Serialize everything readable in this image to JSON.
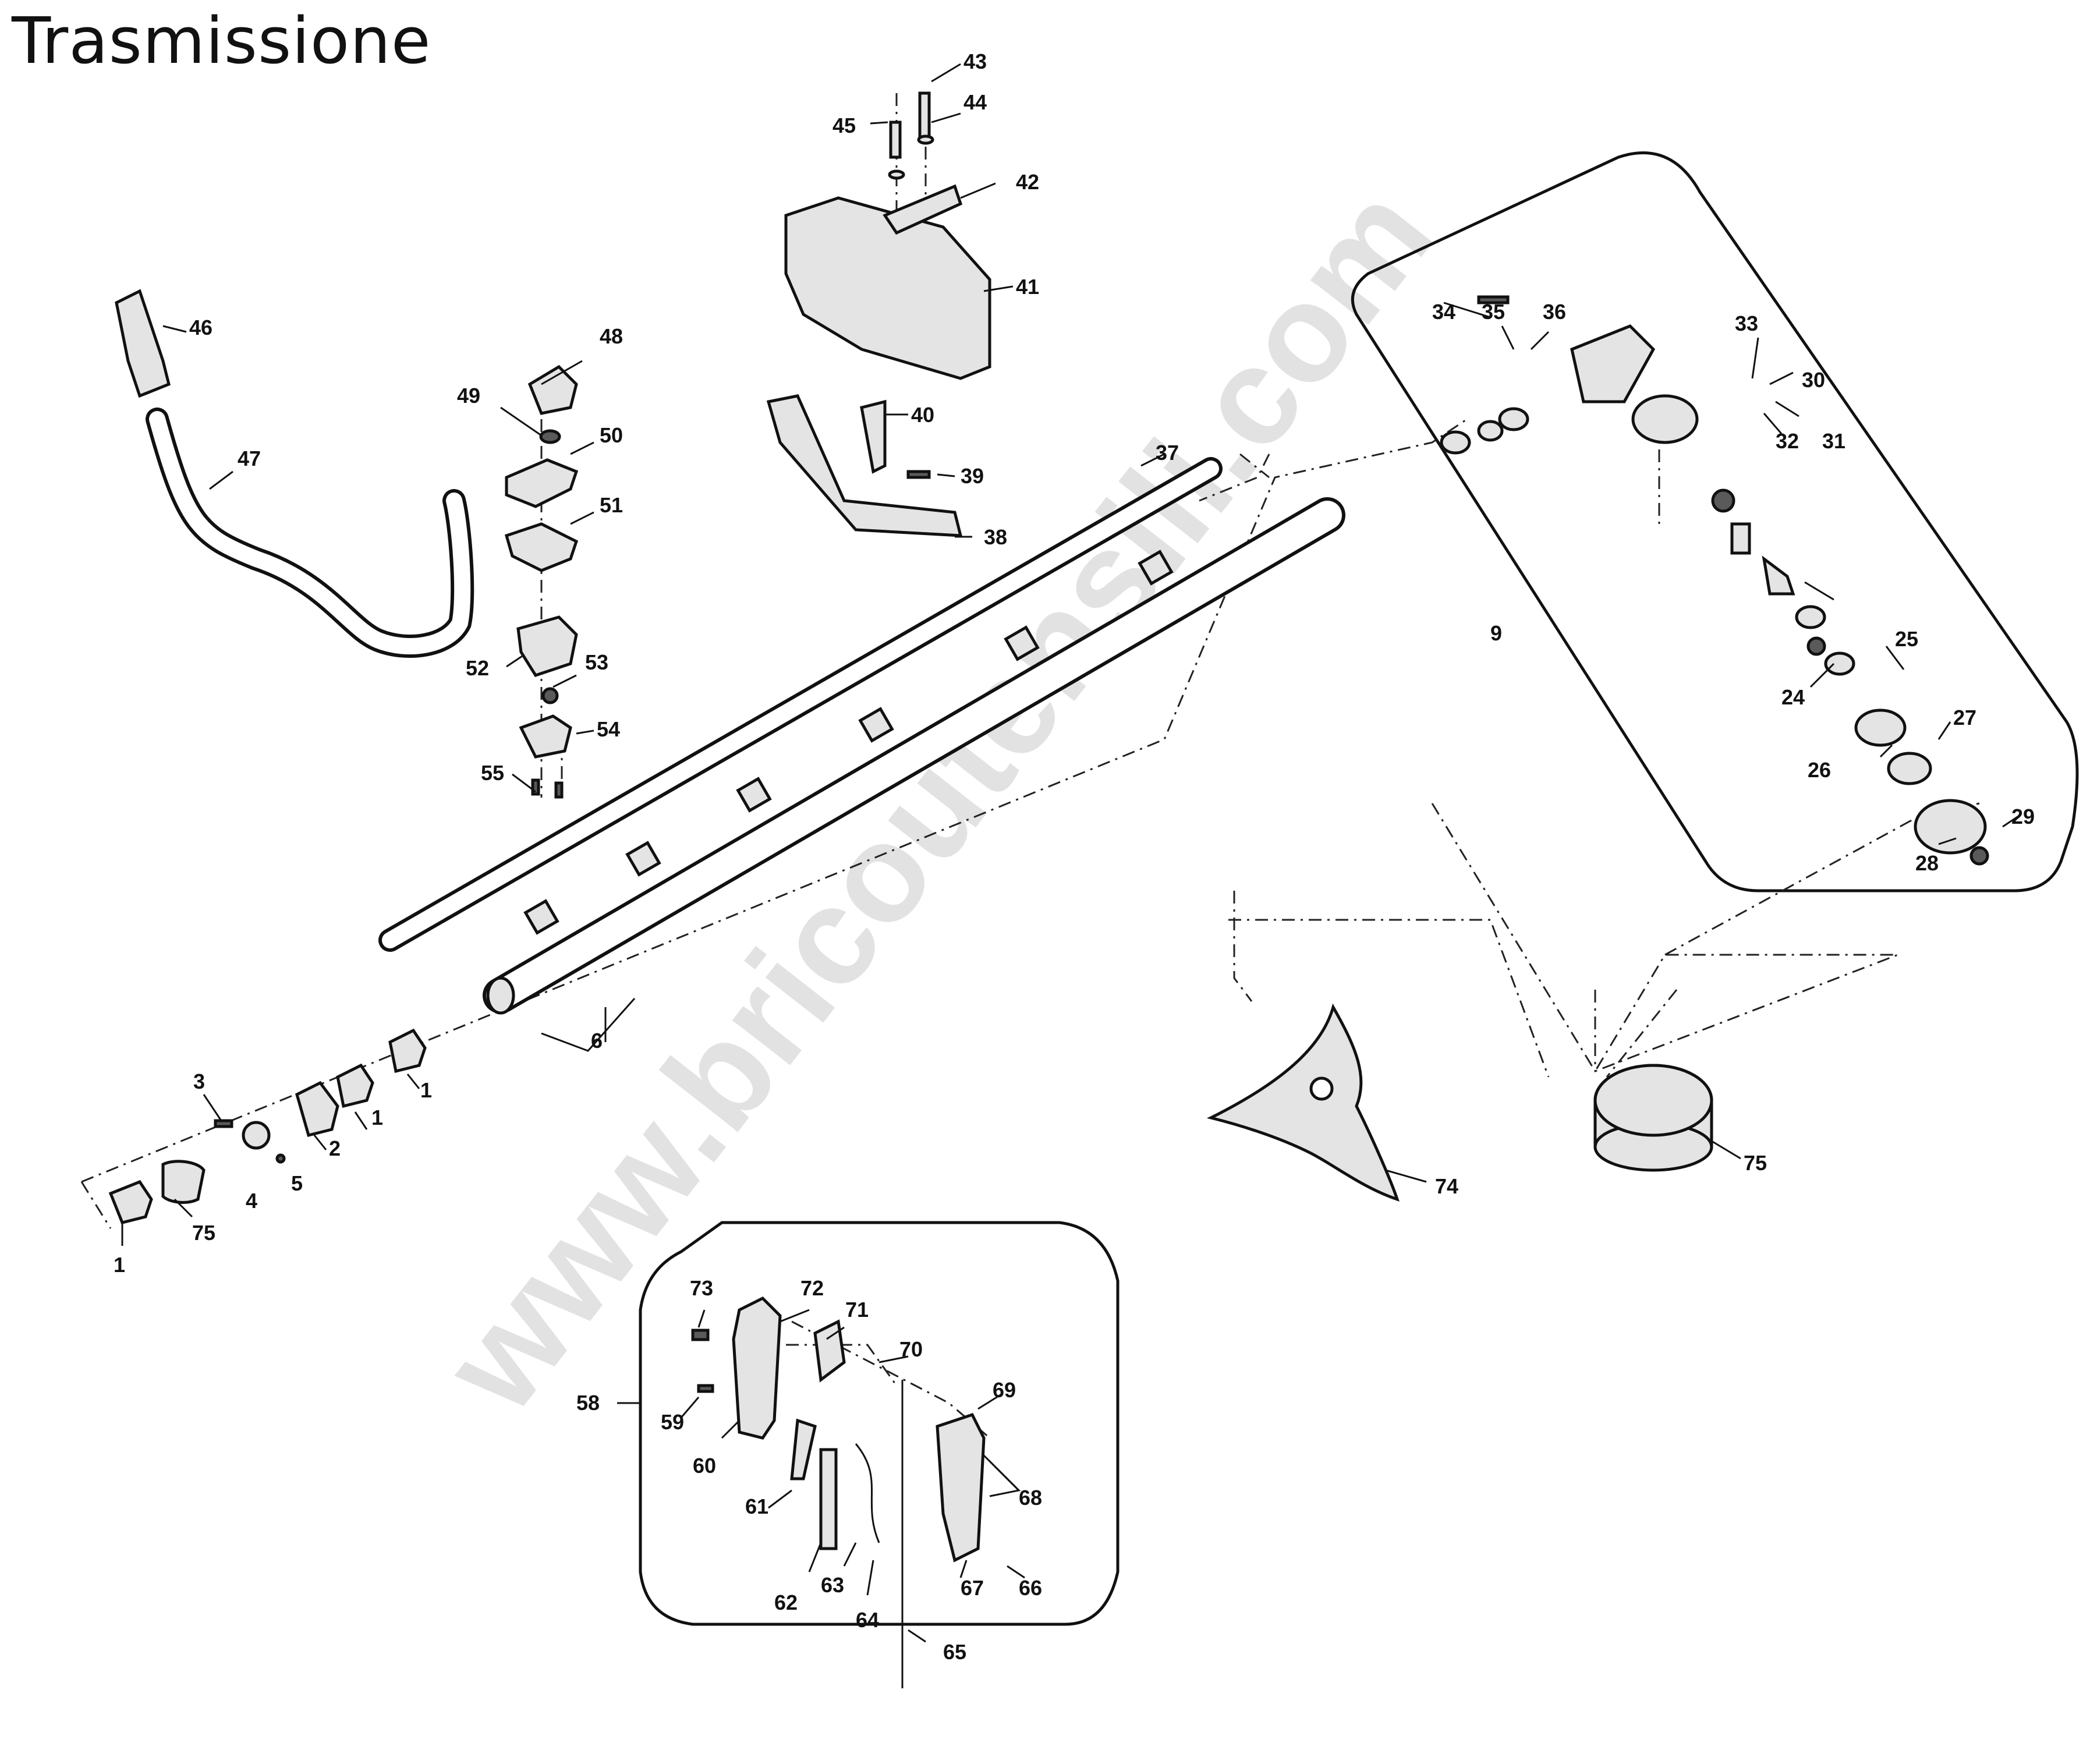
{
  "title": "Trasmissione",
  "watermark": "www.bricoutensili.com",
  "callouts": [
    {
      "id": "c1a",
      "text": "1"
    },
    {
      "id": "c1b",
      "text": "1"
    },
    {
      "id": "c1c",
      "text": "1"
    },
    {
      "id": "c2",
      "text": "2"
    },
    {
      "id": "c3",
      "text": "3"
    },
    {
      "id": "c4",
      "text": "4"
    },
    {
      "id": "c5",
      "text": "5"
    },
    {
      "id": "c6",
      "text": "6"
    },
    {
      "id": "c9",
      "text": "9"
    },
    {
      "id": "c24",
      "text": "24"
    },
    {
      "id": "c25",
      "text": "25"
    },
    {
      "id": "c26",
      "text": "26"
    },
    {
      "id": "c27",
      "text": "27"
    },
    {
      "id": "c28",
      "text": "28"
    },
    {
      "id": "c29",
      "text": "29"
    },
    {
      "id": "c30",
      "text": "30"
    },
    {
      "id": "c31",
      "text": "31"
    },
    {
      "id": "c32",
      "text": "32"
    },
    {
      "id": "c33",
      "text": "33"
    },
    {
      "id": "c34",
      "text": "34"
    },
    {
      "id": "c35",
      "text": "35"
    },
    {
      "id": "c36",
      "text": "36"
    },
    {
      "id": "c37",
      "text": "37"
    },
    {
      "id": "c38",
      "text": "38"
    },
    {
      "id": "c39",
      "text": "39"
    },
    {
      "id": "c40",
      "text": "40"
    },
    {
      "id": "c41",
      "text": "41"
    },
    {
      "id": "c42",
      "text": "42"
    },
    {
      "id": "c43",
      "text": "43"
    },
    {
      "id": "c44",
      "text": "44"
    },
    {
      "id": "c45",
      "text": "45"
    },
    {
      "id": "c46",
      "text": "46"
    },
    {
      "id": "c47",
      "text": "47"
    },
    {
      "id": "c48",
      "text": "48"
    },
    {
      "id": "c49",
      "text": "49"
    },
    {
      "id": "c50",
      "text": "50"
    },
    {
      "id": "c51",
      "text": "51"
    },
    {
      "id": "c52",
      "text": "52"
    },
    {
      "id": "c53",
      "text": "53"
    },
    {
      "id": "c54",
      "text": "54"
    },
    {
      "id": "c55",
      "text": "55"
    },
    {
      "id": "c58",
      "text": "58"
    },
    {
      "id": "c59",
      "text": "59"
    },
    {
      "id": "c60",
      "text": "60"
    },
    {
      "id": "c61",
      "text": "61"
    },
    {
      "id": "c62",
      "text": "62"
    },
    {
      "id": "c63",
      "text": "63"
    },
    {
      "id": "c64",
      "text": "64"
    },
    {
      "id": "c65",
      "text": "65"
    },
    {
      "id": "c66",
      "text": "66"
    },
    {
      "id": "c67",
      "text": "67"
    },
    {
      "id": "c68",
      "text": "68"
    },
    {
      "id": "c69",
      "text": "69"
    },
    {
      "id": "c70",
      "text": "70"
    },
    {
      "id": "c71",
      "text": "71"
    },
    {
      "id": "c72",
      "text": "72"
    },
    {
      "id": "c73",
      "text": "73"
    },
    {
      "id": "c74",
      "text": "74"
    },
    {
      "id": "c75a",
      "text": "75"
    },
    {
      "id": "c75b",
      "text": "75"
    }
  ]
}
